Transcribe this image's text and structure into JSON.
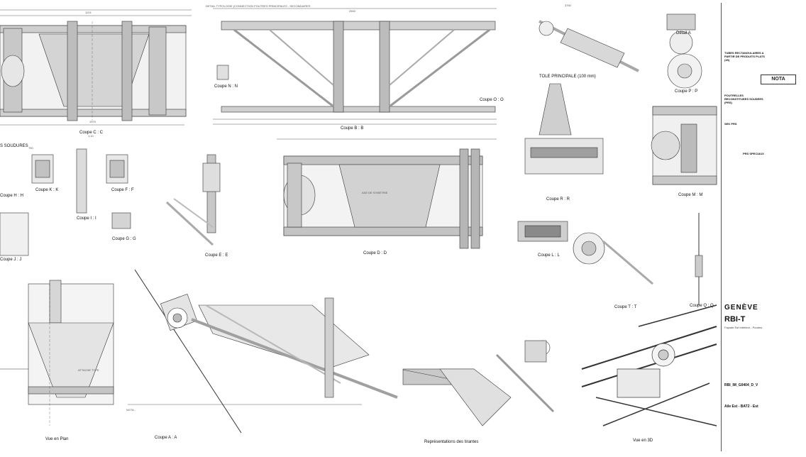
{
  "sections": {
    "header_top": "DETAIL TYPOLOGIE (CONNECTION POUTRES PRINCIPALES - SECONDAIRES",
    "soudures": "S SOUDURES",
    "coupe_cc": "Coupe C : C",
    "coupe_bb": "Coupe B : B",
    "coupe_dd": "Coupe D : D",
    "coupe_rr": "Coupe R : R",
    "coupe_nn": "Coupe N : N",
    "coupe_oo": "Coupe O : O",
    "coupe_kk": "Coupe K : K",
    "coupe_ff": "Coupe F : F",
    "coupe_ii": "Coupe I : I",
    "coupe_gg": "Coupe G : G",
    "coupe_ee": "Coupe E : E",
    "coupe_jj": "Coupe J : J",
    "coupe_hh": "Coupe H : H",
    "coupe_ll": "Coupe L : L",
    "coupe_tt": "Coupe T : T",
    "coupe_qq": "Coupe Q : Q",
    "coupe_aa": "Coupe A : A",
    "coupe_mm": "Coupe M : M",
    "coupe_pp": "Coupe P : P",
    "detail_a": "Détail A",
    "tole": "TOLE PRINCIPALE (100 mm)",
    "vue_plan": "Vue en Plan",
    "vue_3d": "Vue en 3D",
    "representations": "Représentations des tirantes",
    "attache_type": "ATTACHE TYPE",
    "axe_symetrie": "AXE DE SYMETRIE",
    "nota_label": "NOTA :",
    "echelle": "1:10"
  },
  "dims": {
    "d1": "2500",
    "d2": "1124",
    "d3": "1979",
    "d4": "3760",
    "d5": "750"
  },
  "titleblock": {
    "tubes_title": "TUBES RECTANGULAIRES A PARTIR DE PRODUITS PLATS (45)",
    "poutrelles_title": "POUTRELLES RECONSTITUEES SOUDEES (PRS)",
    "nota": "NOTA :",
    "sek_prs": "SEK PRS",
    "prs_speciaux": "PRS SPECIAUX",
    "brand": "GENÈVE",
    "project": "RBI-T",
    "subtitle": "Façade Est Intérieur - Poutres",
    "code": "RBI_IM_G0404_D_V",
    "zone": "Aile Est - BAT2 - Est",
    "nota_title": "NOTA"
  }
}
